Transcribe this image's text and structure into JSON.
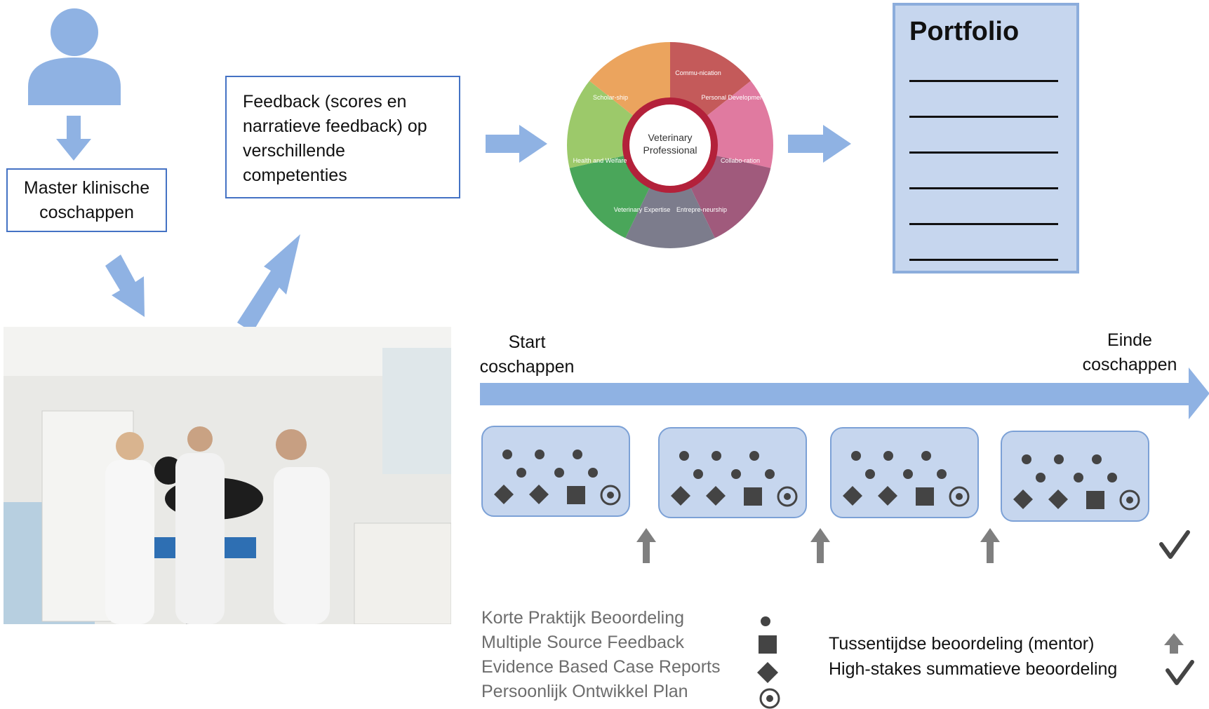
{
  "left_flow": {
    "master_label": "Master klinische coschappen",
    "feedback_label": "Feedback (scores en narratieve feedback) op verschillende competenties"
  },
  "wheel": {
    "center": "Veterinary Professional",
    "segments": [
      "Commu-nication",
      "Personal Development",
      "Collabo-ration",
      "Entrepre-neurship",
      "Veterinary Expertise",
      "Health and Welfare",
      "Scholar-ship"
    ]
  },
  "portfolio": {
    "title": "Portfolio",
    "line_count": 6
  },
  "timeline": {
    "start_label": "Start coschappen",
    "end_label": "Einde coschappen",
    "block_count": 4
  },
  "legend": {
    "items": [
      {
        "label": "Korte Praktijk Beoordeling",
        "symbol": "circle"
      },
      {
        "label": "Multiple Source Feedback",
        "symbol": "square"
      },
      {
        "label": "Evidence Based Case Reports",
        "symbol": "diamond"
      },
      {
        "label": "Persoonlijk Ontwikkel Plan",
        "symbol": "target"
      }
    ],
    "assessments": [
      {
        "label": "Tussentijdse beoordeling (mentor)",
        "symbol": "up-arrow"
      },
      {
        "label": "High-stakes summatieve beoordeling",
        "symbol": "checkmark"
      }
    ]
  },
  "colors": {
    "arrow": "#8fb2e3",
    "box_border": "#4472c4",
    "block_fill": "#c6d6ee",
    "symbol": "#444444"
  }
}
